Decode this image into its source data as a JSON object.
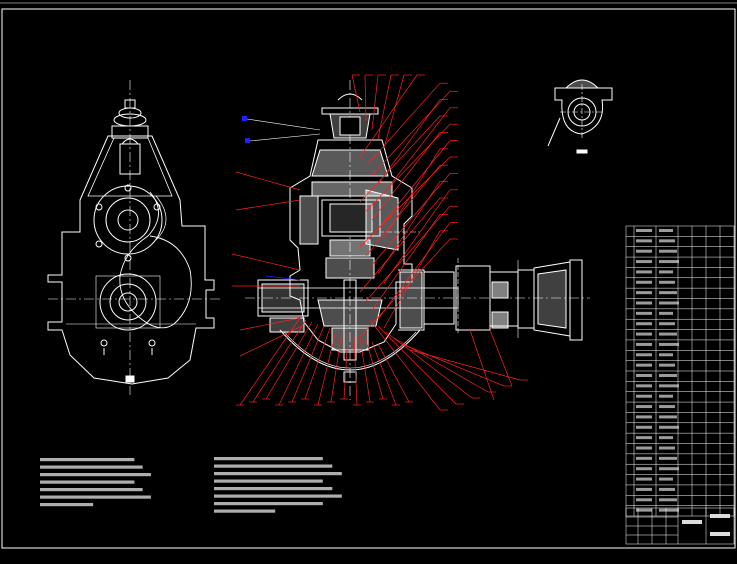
{
  "drawing": {
    "background": "#000000",
    "line_color": "#ffffff",
    "leader_color": "#ff2020",
    "marker_color": "#2020ff",
    "bottom_caption": "",
    "views": [
      {
        "name": "side-view",
        "description_visible": false
      },
      {
        "name": "section-view"
      },
      {
        "name": "detail-view"
      }
    ],
    "parts_list": {
      "rows": 28,
      "columns": 7
    },
    "title_block": {
      "rows": 4,
      "columns": 6
    },
    "notes": [
      {
        "lines": 7
      },
      {
        "lines": 8
      }
    ],
    "leaders": {
      "top_right_count": 26,
      "bottom_left_count": 14,
      "bottom_right_count": 6,
      "left_count": 6
    }
  }
}
